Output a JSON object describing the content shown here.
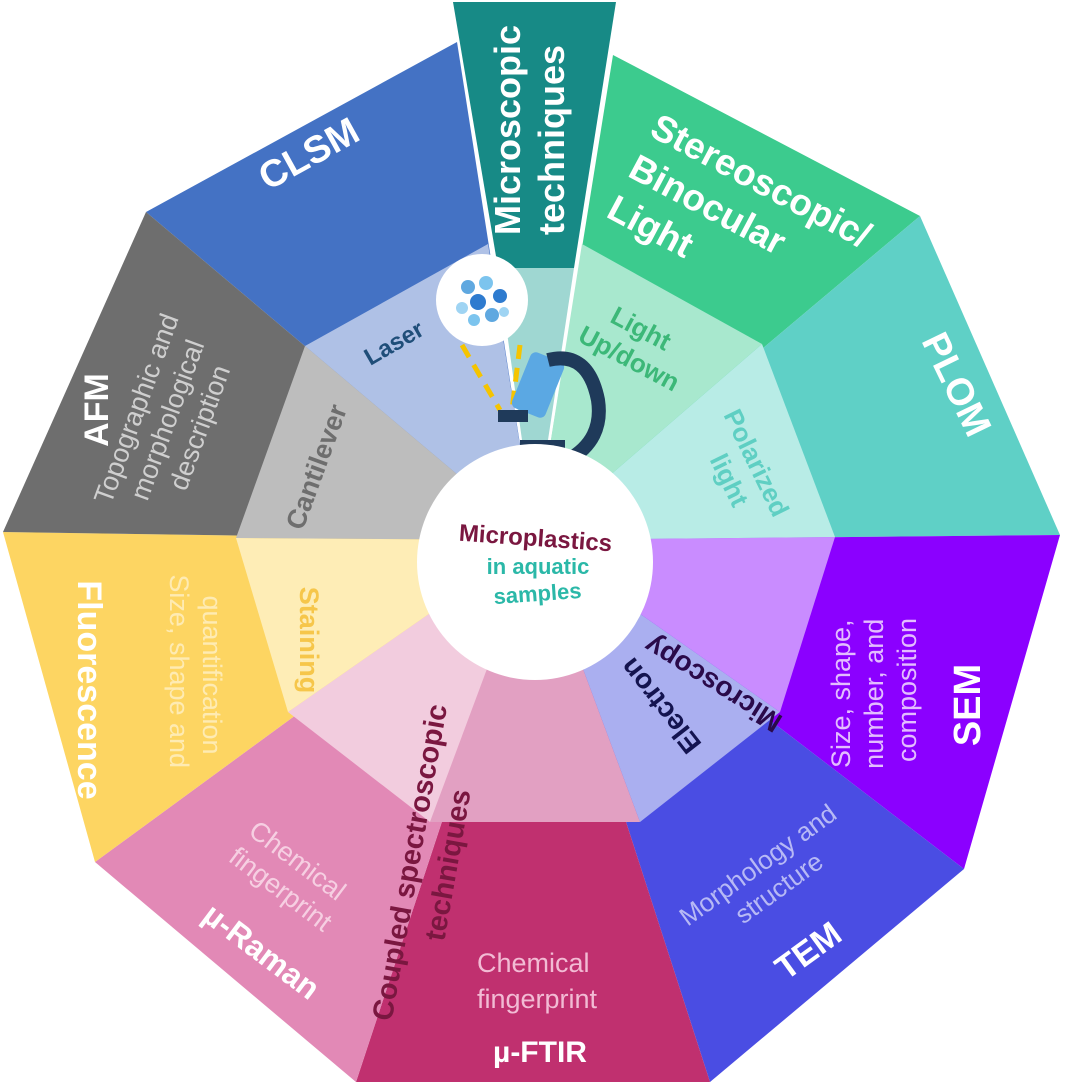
{
  "center": {
    "line1": "Microplastics",
    "line2": "in aquatic",
    "line3": "samples",
    "color_line1": "#7A1740",
    "color_line23": "#2BB8A8"
  },
  "top": {
    "lines": [
      "Microscopic",
      "techniques"
    ],
    "color": "#178A86"
  },
  "clsm": {
    "name": "CLSM",
    "color": "#4472C4",
    "inner": "Laser",
    "inner_color": "#AFC1E6",
    "inner_text_color": "#1F4E79"
  },
  "stereo": {
    "name_lines": [
      "Stereoscopic/",
      "Binocular",
      "Light"
    ],
    "color": "#3CCB8E",
    "inner_lines": [
      "Light",
      "Up/down"
    ],
    "inner_color": "#A8E8CE",
    "inner_text_color": "#3CB878"
  },
  "plom": {
    "name": "PLOM",
    "color": "#5FD0C6",
    "inner_lines": [
      "Polarized",
      "light"
    ],
    "inner_color": "#B8ECE6",
    "inner_text_color": "#5FCFC3"
  },
  "sem": {
    "name": "SEM",
    "desc_lines": [
      "Size, shape,",
      "number, and",
      "composition"
    ],
    "color": "#8B00FF",
    "inner": "Microscopy",
    "inner_color": "#C98CFF",
    "inner_text_color": "#2A0A4A"
  },
  "tem": {
    "name": "TEM",
    "desc_lines": [
      "Morphology and",
      "structure"
    ],
    "color": "#4A4DE3",
    "inner": "Electron",
    "inner_color": "#AAAFF0",
    "inner_text_color": "#141450"
  },
  "ftir": {
    "name": "µ-FTIR",
    "desc_lines": [
      "Chemical",
      "fingerprint"
    ],
    "color": "#C0306F",
    "inner_lines": [
      "Coupled spectroscopic",
      "techniques"
    ],
    "inner_color": "#E2A0C2",
    "inner_text_color": "#7A1740"
  },
  "raman": {
    "name": "µ-Raman",
    "desc_lines": [
      "Chemical",
      "fingerprint"
    ],
    "color": "#E289B6",
    "inner_color": "#F2CCDE"
  },
  "fluor": {
    "name": "Fluorescence",
    "desc_lines": [
      "Size, shape and",
      "quantification"
    ],
    "color": "#FDD562",
    "inner": "Staining",
    "inner_color": "#FEEDB6",
    "inner_text_color": "#F6C64A"
  },
  "afm": {
    "name": "AFM",
    "desc_lines": [
      "Topographic and",
      "morphological",
      "description"
    ],
    "color": "#6E6E6E",
    "inner": "Cantilever",
    "inner_color": "#BDBDBD",
    "inner_text_color": "#6E6E6E"
  },
  "icons": {
    "microscope": "microscope-icon",
    "sample": "microplastics-sample-icon"
  }
}
